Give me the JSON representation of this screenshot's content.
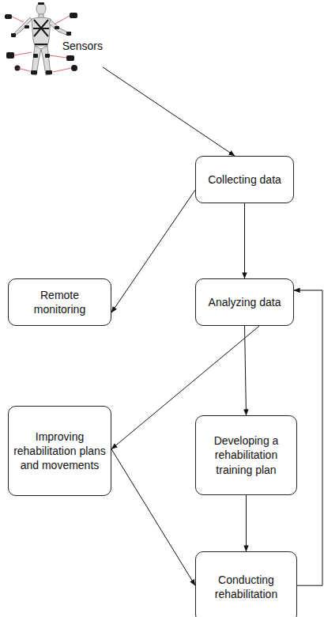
{
  "diagram": {
    "nodes": [
      {
        "text": [
          "Sensors"
        ]
      },
      {
        "text": [
          "Collecting data"
        ]
      },
      {
        "text": [
          "Remote monitoring"
        ]
      },
      {
        "text": [
          "Analyzing data"
        ]
      },
      {
        "text": [
          "Improving rehabilitation plans and movements"
        ]
      },
      {
        "text": [
          "Developing a rehabilitation training plan"
        ]
      },
      {
        "text": [
          "Conducting rehabilitation"
        ]
      }
    ],
    "edges": [
      {
        "from": 0,
        "to": 1,
        "arrow": "to"
      },
      {
        "from": 1,
        "to": 2,
        "arrow": "to"
      },
      {
        "from": 1,
        "to": 3,
        "arrow": "to"
      },
      {
        "from": 3,
        "to": 4,
        "arrow": "to"
      },
      {
        "from": 3,
        "to": 5,
        "arrow": "to"
      },
      {
        "from": 4,
        "to": 6,
        "arrow": "to"
      },
      {
        "from": 5,
        "to": 6,
        "arrow": "to"
      },
      {
        "from": 6,
        "to": 3,
        "arrow": "to"
      }
    ]
  }
}
